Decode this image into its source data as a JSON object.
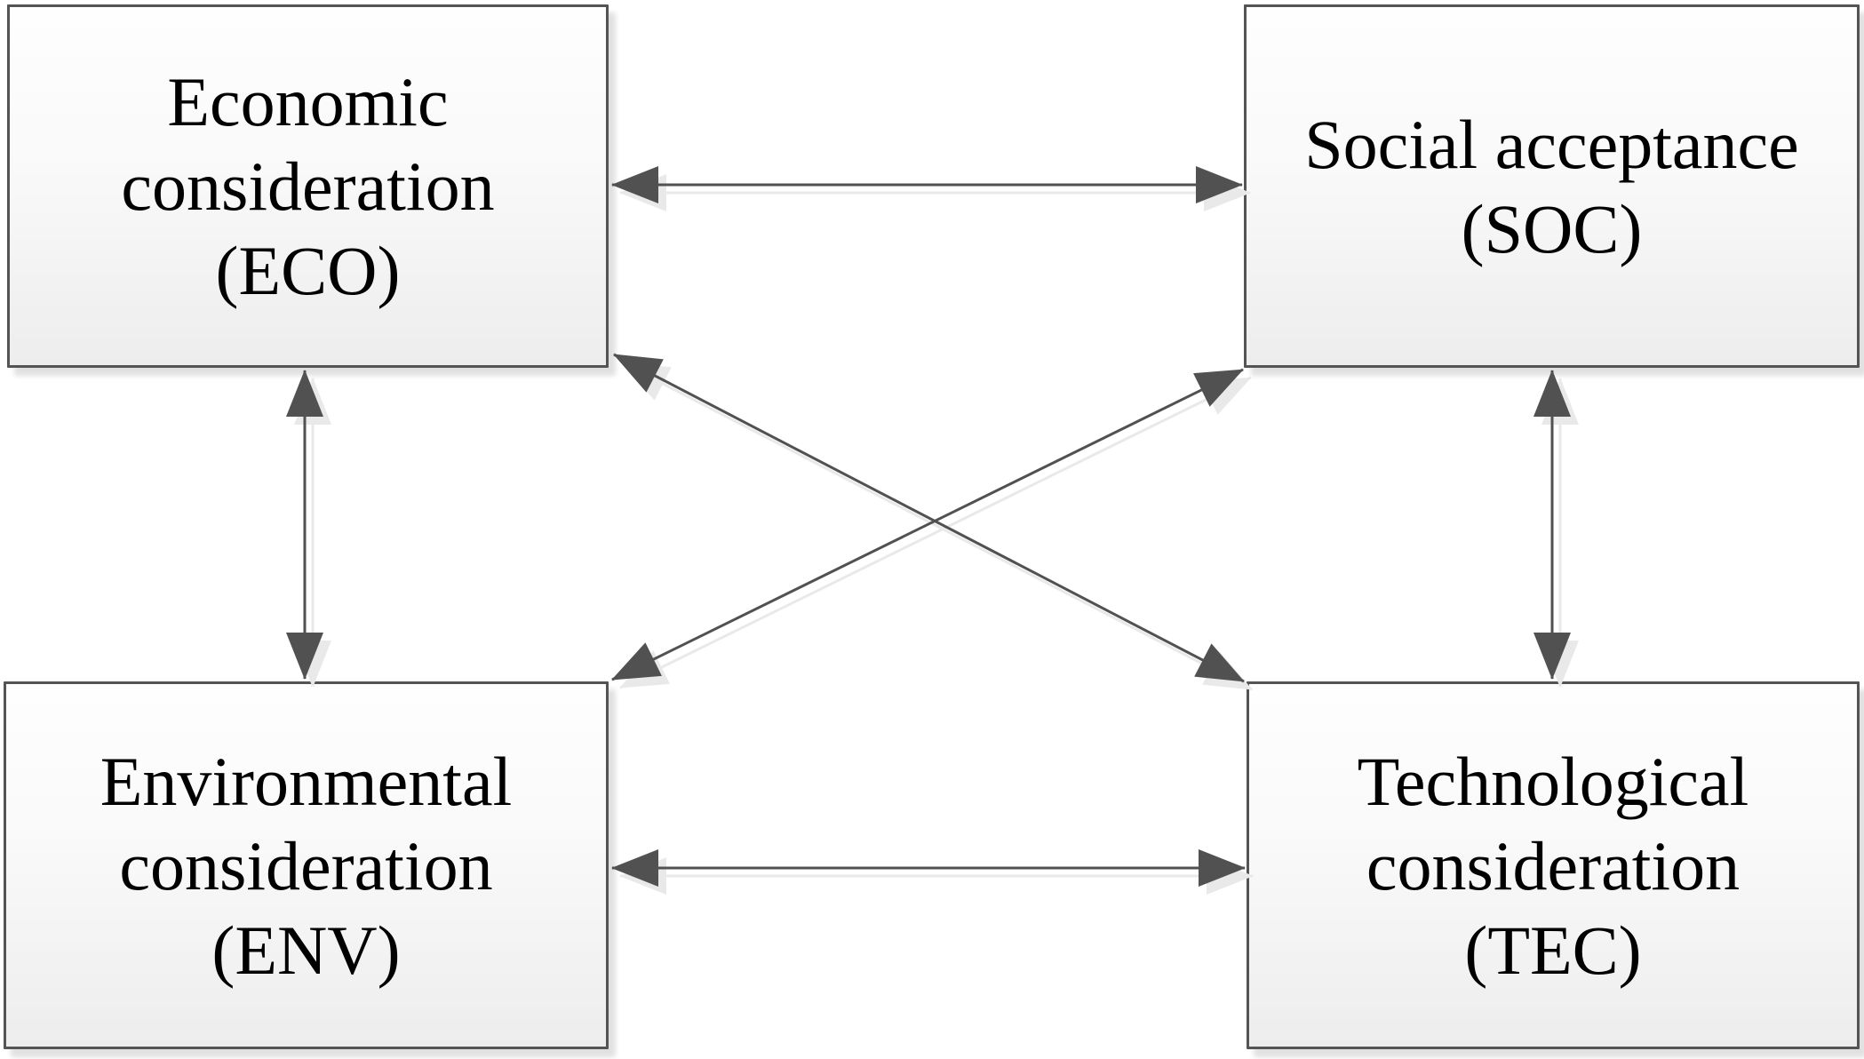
{
  "diagram": {
    "type": "concept-relationship-diagram",
    "nodes": [
      {
        "id": "ECO",
        "label": "Economic consideration (ECO)",
        "lines": [
          "Economic",
          "consideration",
          "(ECO)"
        ],
        "position": "top-left"
      },
      {
        "id": "SOC",
        "label": "Social acceptance (SOC)",
        "lines": [
          "Social acceptance",
          "(SOC)"
        ],
        "position": "top-right"
      },
      {
        "id": "ENV",
        "label": "Environmental consideration (ENV)",
        "lines": [
          "Environmental",
          "consideration",
          "(ENV)"
        ],
        "position": "bottom-left"
      },
      {
        "id": "TEC",
        "label": "Technological consideration (TEC)",
        "lines": [
          "Technological",
          "consideration",
          "(TEC)"
        ],
        "position": "bottom-right"
      }
    ],
    "edges": [
      {
        "from": "ECO",
        "to": "SOC",
        "direction": "bidirectional",
        "style": "straight-horizontal"
      },
      {
        "from": "ENV",
        "to": "TEC",
        "direction": "bidirectional",
        "style": "straight-horizontal"
      },
      {
        "from": "ECO",
        "to": "ENV",
        "direction": "bidirectional",
        "style": "straight-vertical"
      },
      {
        "from": "SOC",
        "to": "TEC",
        "direction": "bidirectional",
        "style": "straight-vertical"
      },
      {
        "from": "ECO",
        "to": "TEC",
        "direction": "bidirectional",
        "style": "diagonal"
      },
      {
        "from": "SOC",
        "to": "ENV",
        "direction": "bidirectional",
        "style": "diagonal"
      }
    ],
    "colors": {
      "connector_stroke": "#515151",
      "box_border": "#545454",
      "box_fill_top": "#fdfdfd",
      "box_fill_bottom": "#ededed",
      "shadow": "#e9e9e9",
      "text": "#000000",
      "background": "#ffffff"
    }
  }
}
